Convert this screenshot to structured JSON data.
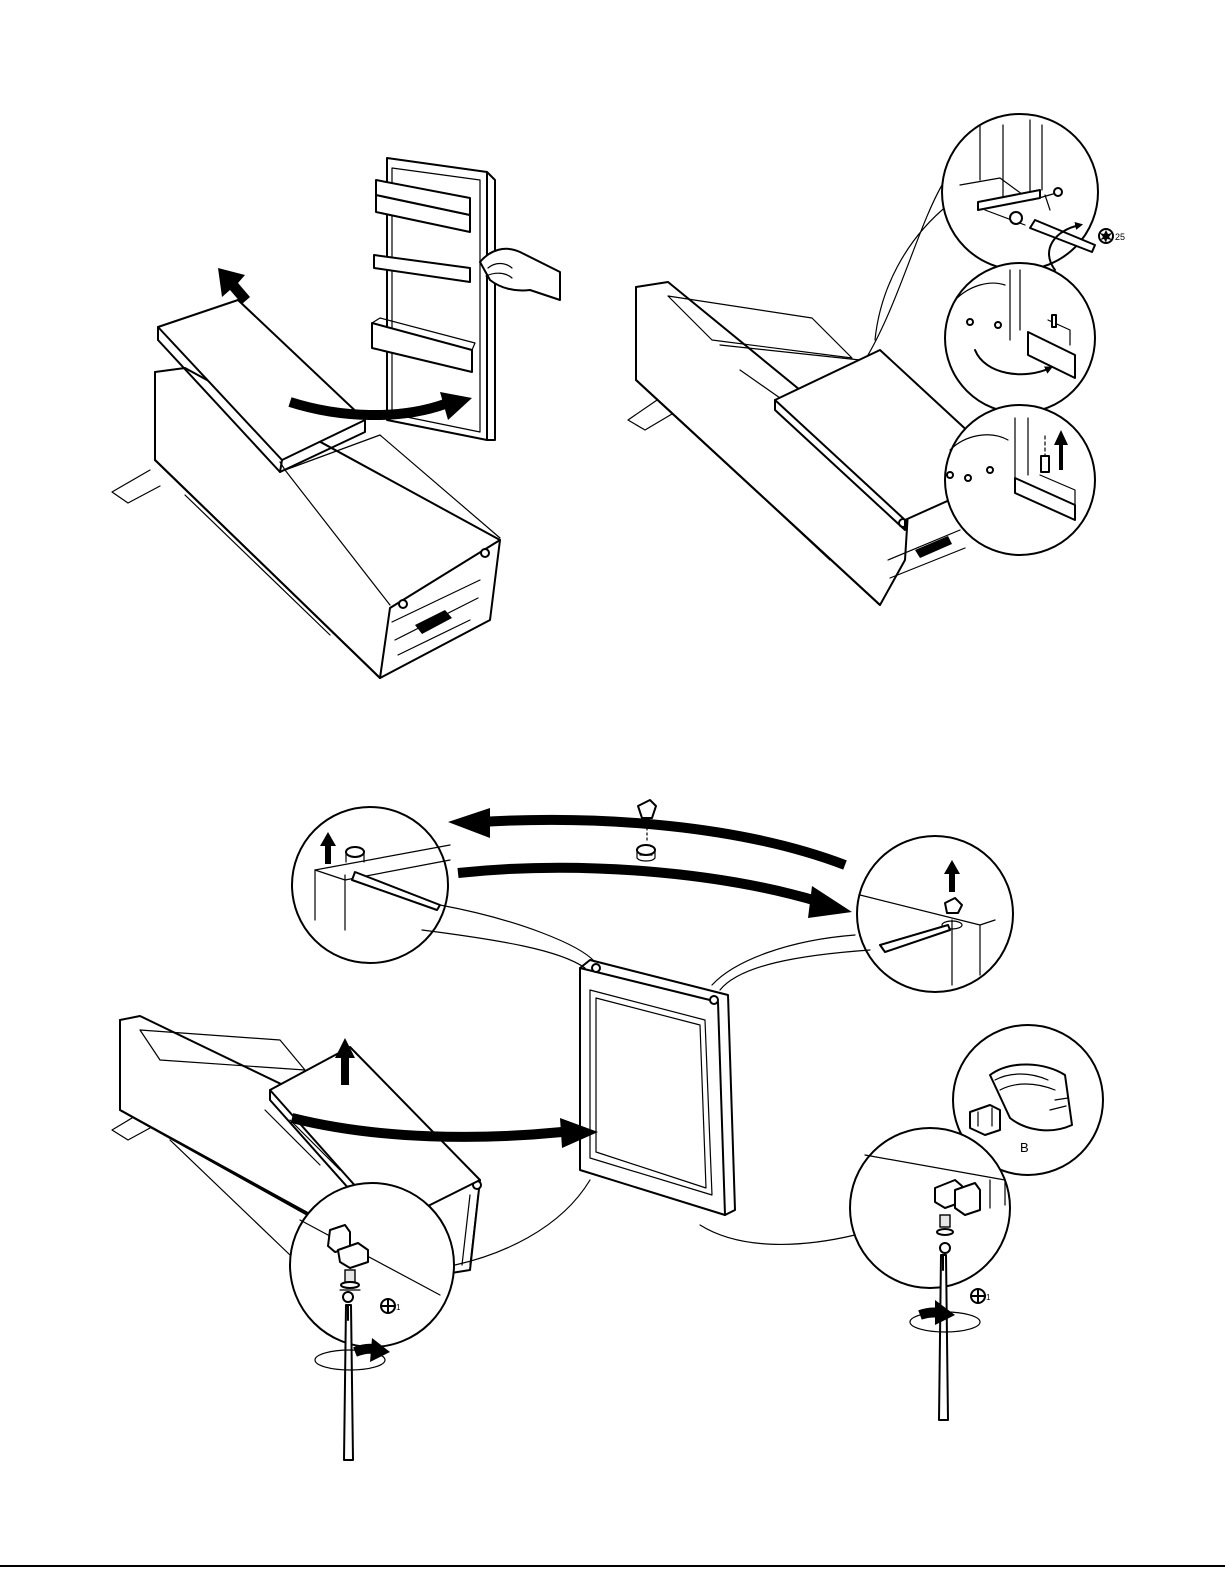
{
  "labels": {
    "torx_size": "25",
    "phillips_left": "1",
    "phillips_right": "1",
    "bag_letter": "B"
  },
  "icons": {
    "torx": "torx-bit-icon",
    "phillips": "phillips-bit-icon",
    "bag": "parts-bag-icon"
  },
  "colors": {
    "ink": "#000000",
    "paper": "#ffffff"
  }
}
